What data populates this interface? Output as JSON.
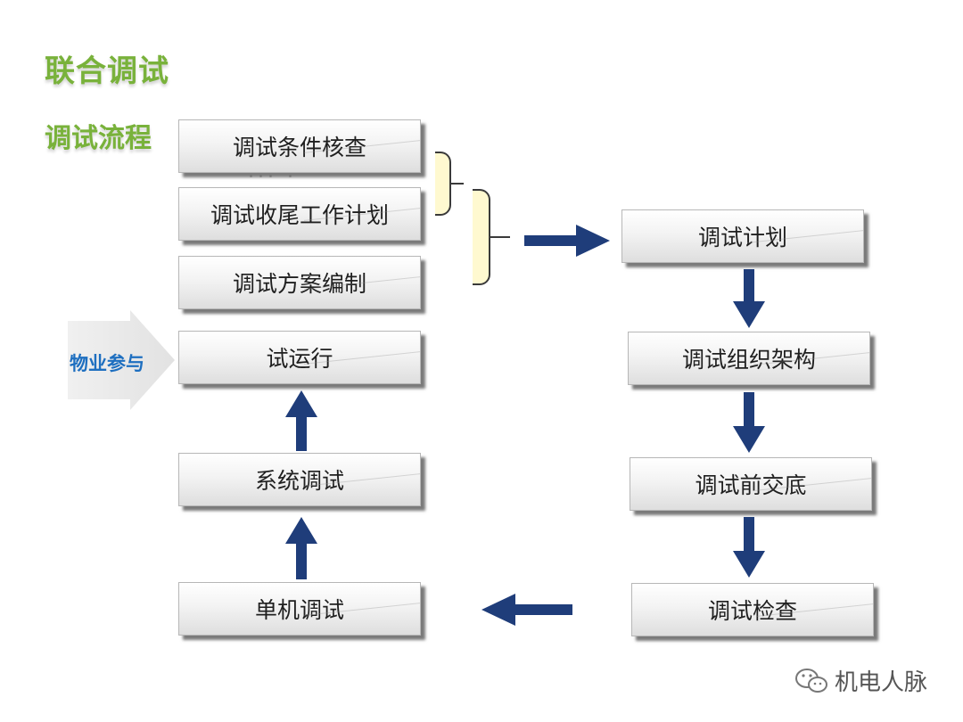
{
  "title": "联合调试",
  "subtitle": "调试流程",
  "side_tag": "物业参与",
  "left_boxes": {
    "b1": "调试条件核查",
    "b2": "调试收尾工作计划",
    "b3": "调试方案编制",
    "b4": "试运行",
    "b5": "系统调试",
    "b6": "单机调试"
  },
  "right_boxes": {
    "r1": "调试计划",
    "r2": "调试组织架构",
    "r3": "调试前交底",
    "r4": "调试检查"
  },
  "watermark": {
    "text": "机电人脉",
    "icon": "wechat-icon"
  },
  "colors": {
    "title": "#79b23b",
    "side_tag_text": "#1e6fc0",
    "arrow": "#1f3d7a",
    "brace_fill": "#fff9d0"
  }
}
